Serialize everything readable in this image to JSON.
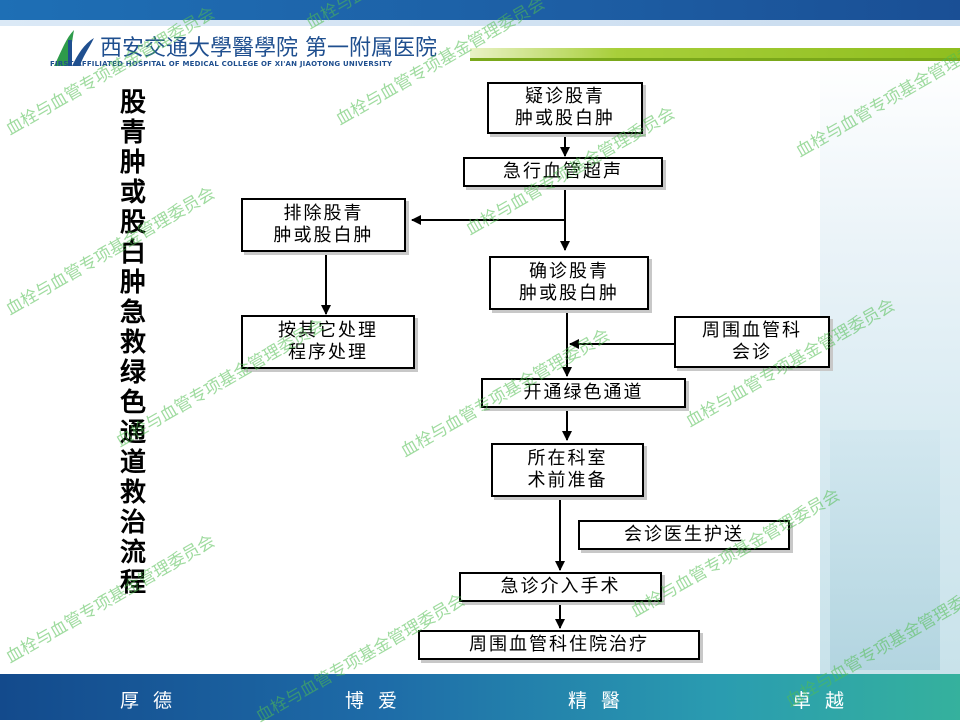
{
  "header": {
    "hospital_name": "西安交通大學醫學院 第一附属医院",
    "hospital_name_en": "FIRST AFFILIATED HOSPITAL OF MEDICAL COLLEGE OF XI'AN JIAOTONG UNIVERSITY"
  },
  "title": [
    "股",
    "青",
    "肿",
    "或",
    "股",
    "白",
    "肿",
    "急",
    "救",
    "绿",
    "色",
    "通",
    "道",
    "救",
    "治",
    "流",
    "程"
  ],
  "flow": {
    "suspect": "疑诊股青\n肿或股白肿",
    "ultrasound": "急行血管超声",
    "exclude": "排除股青\n肿或股白肿",
    "other_process": "按其它处理\n程序处理",
    "confirm": "确诊股青\n肿或股白肿",
    "consult": "周围血管科\n会诊",
    "green_channel": "开通绿色通道",
    "preop": "所在科室\n术前准备",
    "escort": "会诊医生护送",
    "surgery": "急诊介入手术",
    "admit": "周围血管科住院治疗"
  },
  "footer": {
    "motto": [
      "厚德",
      "博爱",
      "精醫",
      "卓越"
    ]
  },
  "watermark_text": "血栓与血管专项基金管理委员会",
  "colors": {
    "top_bar": "#1e6fb5",
    "bottom_bar": "#134a8c",
    "accent_green": "#8fbe1f",
    "watermark": "#50be50"
  }
}
